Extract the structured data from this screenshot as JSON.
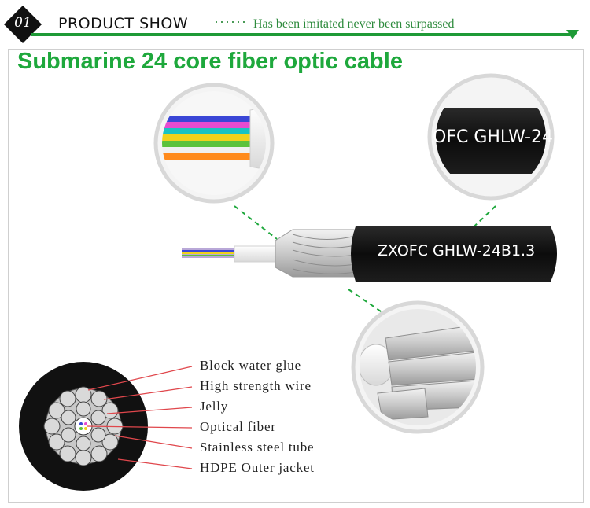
{
  "header": {
    "badge_number": "01",
    "title": "PRODUCT SHOW",
    "dots": "······",
    "subtitle": "Has been imitated never been surpassed"
  },
  "product": {
    "title": "Submarine 24 core fiber optic cable",
    "cable_print": "ZXOFC GHLW-24B1.3",
    "zoom_print": "OFC GHLW-24"
  },
  "cross_section_labels": [
    "Block water glue",
    "High strength wire",
    "Jelly",
    "Optical fiber",
    "Stainless steel tube",
    "HDPE Outer jacket"
  ],
  "colors": {
    "accent_green": "#1ea83c",
    "header_green": "#2e8b3d",
    "leader_red": "#e0474c",
    "jacket_black": "#111111"
  }
}
